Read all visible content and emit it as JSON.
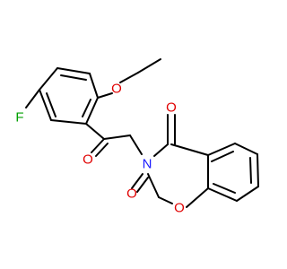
{
  "molecule": {
    "colors": {
      "bond": "#000000",
      "O": "#e00000",
      "N": "#1a1aff",
      "F": "#00a000"
    },
    "atom_labels": {
      "o_ether": "O",
      "f": "F",
      "o_ketone": "O",
      "n_ring": "N",
      "o_c5": "O",
      "o_c3": "O",
      "o_ring": "O"
    }
  }
}
